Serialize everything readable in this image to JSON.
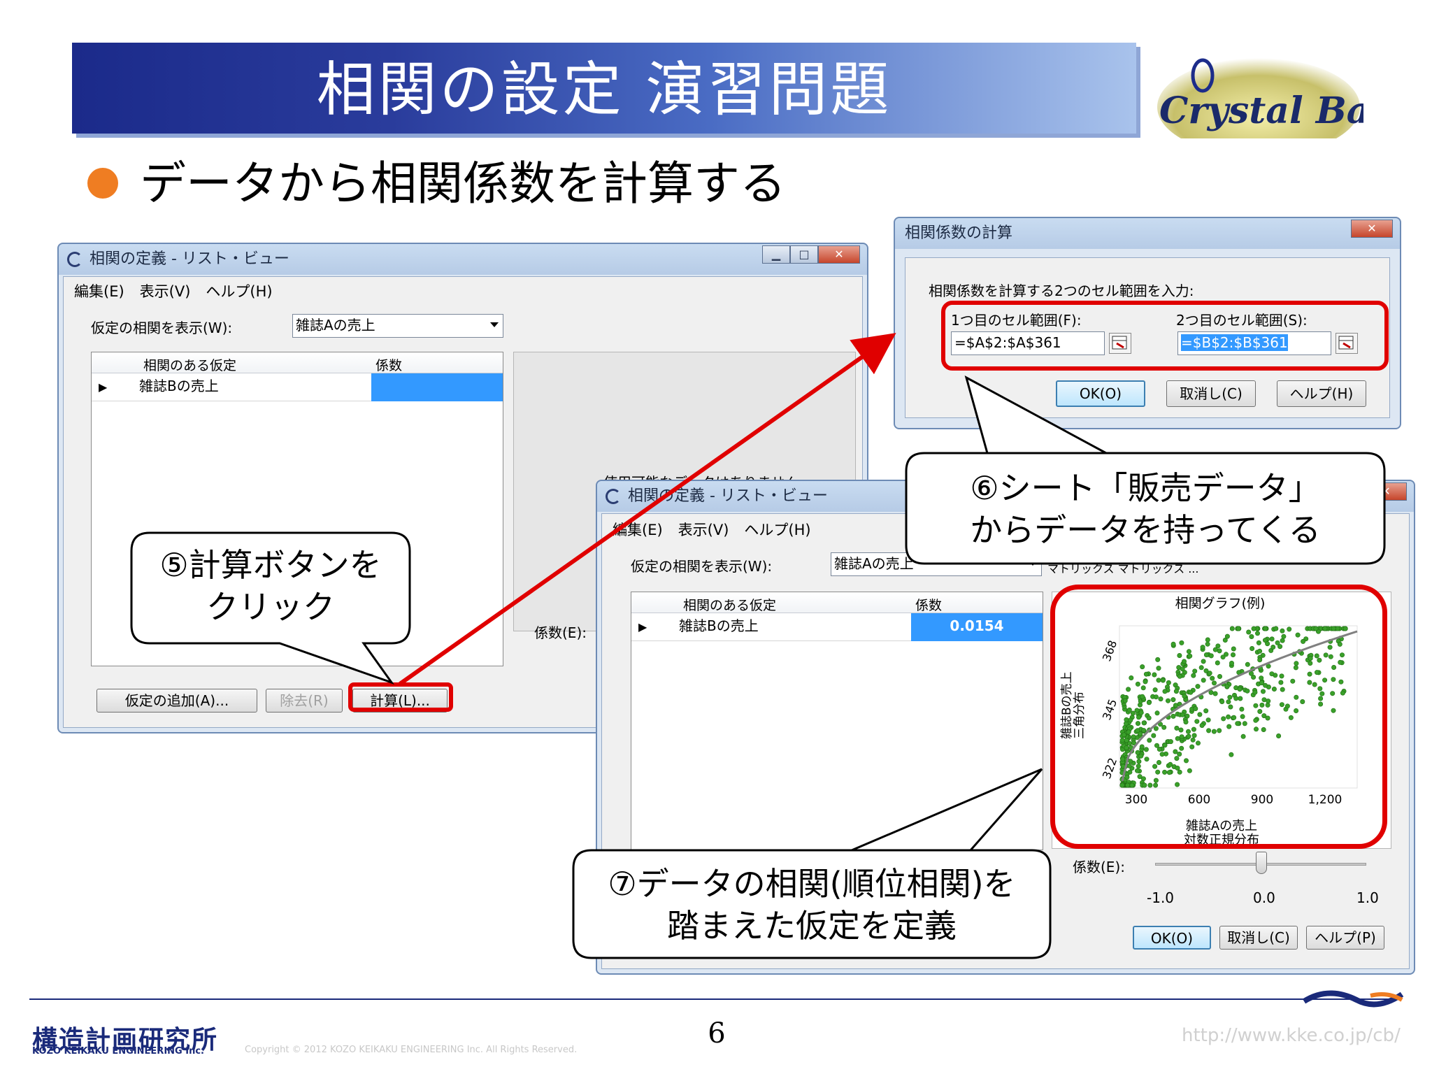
{
  "slide": {
    "title": "相関の設定 演習問題",
    "bullet": "データから相関係数を計算する",
    "page_number": "6"
  },
  "logo": {
    "text": "Crystal Ball"
  },
  "window1": {
    "title": "相関の定義 - リスト・ビュー",
    "menu": [
      "編集(E)",
      "表示(V)",
      "ヘルプ(H)"
    ],
    "show_label": "仮定の相関を表示(W):",
    "show_value": "雑誌Aの売上",
    "col_assumption": "相関のある仮定",
    "col_coef": "係数",
    "row_name": "雑誌Bの売上",
    "row_coef": "",
    "no_data_text": "使用可能なデータはありません",
    "coef_label": "係数(E):",
    "add_btn": "仮定の追加(A)...",
    "remove_btn": "除去(R)",
    "calc_btn": "計算(L)..."
  },
  "dialog": {
    "title": "相関係数の計算",
    "prompt": "相関係数を計算する2つのセル範囲を入力:",
    "range1_label": "1つ目のセル範囲(F):",
    "range1_value": "=$A$2:$A$361",
    "range2_label": "2つ目のセル範囲(S):",
    "range2_value": "=$B$2:$B$361",
    "ok_btn": "OK(O)",
    "cancel_btn": "取消し(C)",
    "help_btn": "ヘルプ(H)"
  },
  "window2": {
    "title": "相関の定義 - リスト・ビュー",
    "menu": [
      "編集(E)",
      "表示(V)",
      "ヘルプ(H)"
    ],
    "show_label": "仮定の相関を表示(W):",
    "show_value": "雑誌Aの売上",
    "matrix_text": "マトリックス マトリックス ...",
    "col_assumption": "相関のある仮定",
    "col_coef": "係数",
    "row_name": "雑誌Bの売上",
    "row_coef": "0.0154",
    "coef_label": "係数(E):",
    "slider_min": "-1.0",
    "slider_mid": "0.0",
    "slider_max": "1.0",
    "ok_btn": "OK(O)",
    "cancel_btn": "取消し(C)",
    "help_btn": "ヘルプ(P)"
  },
  "chart_data": {
    "type": "scatter",
    "title": "相関グラフ(例)",
    "xlabel": "雑誌Aの売上\n対数正規分布",
    "ylabel": "雑誌Bの売上\n三角分布",
    "xticks": [
      "300",
      "600",
      "900",
      "1,200"
    ],
    "yticks": [
      "322",
      "345",
      "368"
    ],
    "point_color": "#3aa02a",
    "trend_color": "#808080"
  },
  "callouts": {
    "c5_line1": "⑤計算ボタンを",
    "c5_line2": "クリック",
    "c6_line1": "⑥シート「販売データ」",
    "c6_line2": "からデータを持ってくる",
    "c7_line1": "⑦データの相関(順位相関)を",
    "c7_line2": "踏まえた仮定を定義"
  },
  "footer": {
    "company_jp": "構造計画研究所",
    "company_en": "KOZO KEIKAKU ENGINEERING Inc.",
    "copyright": "Copyright © 2012 KOZO KEIKAKU ENGINEERING Inc. All Rights Reserved.",
    "url": "http://www.kke.co.jp/cb/"
  },
  "colors": {
    "accent_red": "#e00000",
    "bullet_orange": "#ef7d22",
    "selection_blue": "#3399ff"
  }
}
